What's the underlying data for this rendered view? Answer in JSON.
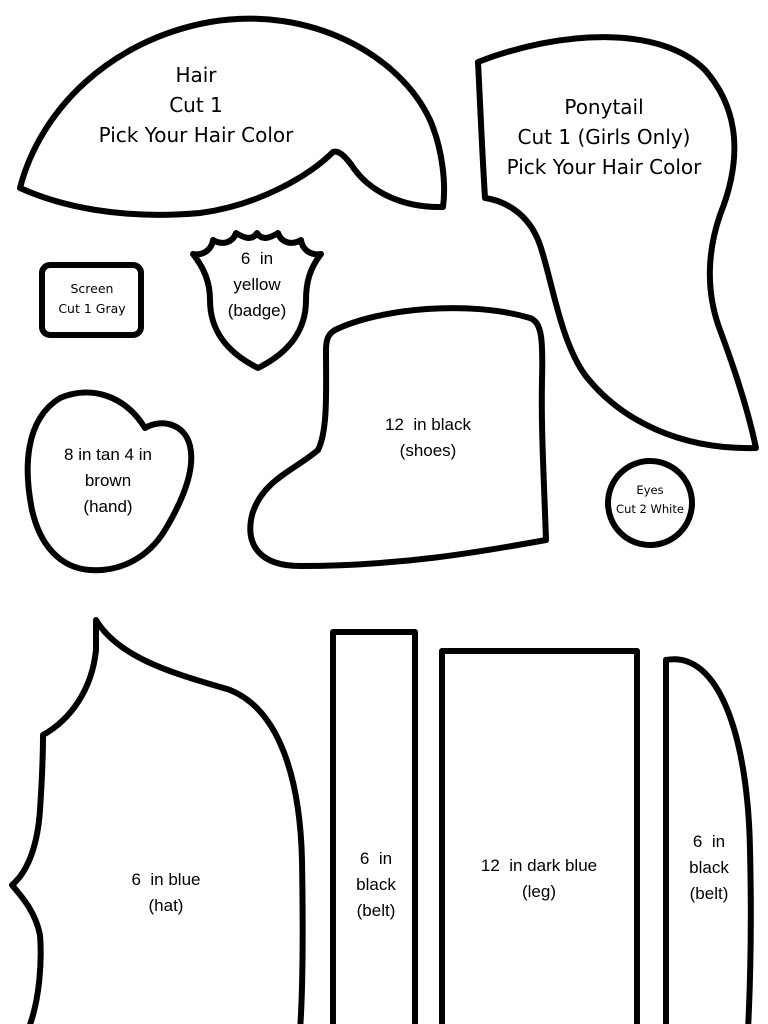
{
  "pieces": {
    "hair": {
      "line1": "Hair",
      "line2": "Cut 1",
      "line3": "Pick Your Hair Color"
    },
    "ponytail": {
      "line1": "Ponytail",
      "line2": "Cut 1 (Girls Only)",
      "line3": "Pick Your Hair Color"
    },
    "screen": {
      "line1": "Screen",
      "line2": "Cut 1 Gray"
    },
    "badge": {
      "line1": "6  in",
      "line2": "yellow",
      "line3": "(badge)"
    },
    "shoes": {
      "line1": "12  in black",
      "line2": "(shoes)"
    },
    "hand": {
      "line1": "8 in tan 4 in",
      "line2": "brown",
      "line3": "(hand)"
    },
    "eyes": {
      "line1": "Eyes",
      "line2": "Cut 2 White"
    },
    "hat": {
      "line1": "6  in blue",
      "line2": "(hat)"
    },
    "belt_left": {
      "line1": "6  in",
      "line2": "black",
      "line3": "(belt)"
    },
    "leg": {
      "line1": "12  in dark blue",
      "line2": "(leg)"
    },
    "belt_right": {
      "line1": "6  in",
      "line2": "black",
      "line3": "(belt)"
    }
  }
}
